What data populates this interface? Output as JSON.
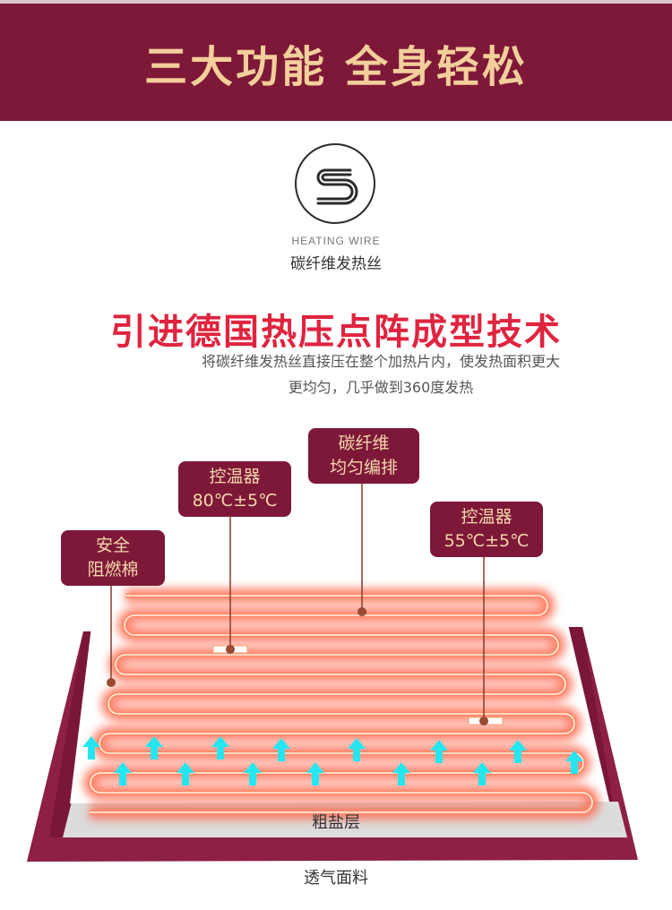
{
  "header": {
    "title": "三大功能 全身轻松"
  },
  "feature": {
    "icon": "heating-wire-icon",
    "en_label": "HEATING WIRE",
    "cn_label": "碳纤维发热丝"
  },
  "headline": "引进德国热压点阵成型技术",
  "description": {
    "line1": "将碳纤维发热丝直接压在整个加热片内，使发热面积更大",
    "line2": "更均匀，几乎做到360度发热"
  },
  "callouts": {
    "safety": {
      "line1": "安全",
      "line2": "阻燃棉"
    },
    "thermostat_80": {
      "line1": "控温器",
      "line2": "80℃±5℃"
    },
    "carbon_fiber": {
      "line1": "碳纤维",
      "line2": "均匀编排"
    },
    "thermostat_55": {
      "line1": "控温器",
      "line2": "55℃±5℃"
    }
  },
  "layers": {
    "salt": "粗盐层",
    "fabric": "透气面料"
  },
  "colors": {
    "brand": "#7e1838",
    "gold": "#f3cf9b",
    "headline_red": "#e0243f",
    "wire_orange": "#ff6a3d",
    "arrow_cyan": "#24e6f0"
  }
}
